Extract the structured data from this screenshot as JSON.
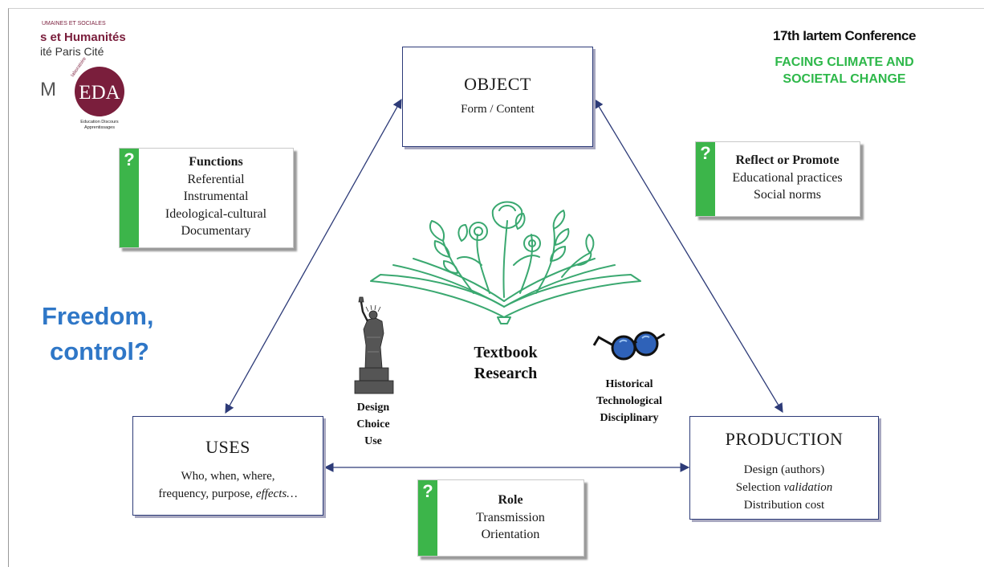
{
  "logo": {
    "line1": "UMAINES ET SOCIALES",
    "line2": "s et Humanités",
    "line3": "ité Paris Cité",
    "partial_mark": "M",
    "eda_letters": "EDA",
    "eda_arc": "laboratoire",
    "eda_caption_line1": "Education Discours",
    "eda_caption_line2": "Apprentissages"
  },
  "conference": {
    "title": "17th Iartem Conference",
    "subtitle_line1": "FACING CLIMATE AND",
    "subtitle_line2": "SOCIETAL CHANGE"
  },
  "nodes": {
    "object": {
      "title": "OBJECT",
      "line1": "Form / Content"
    },
    "uses": {
      "title": "USES",
      "line1": "Who, when, where,",
      "line2_plain": "frequency, purpose, ",
      "line2_italic": "effects…"
    },
    "production": {
      "title": "PRODUCTION",
      "line1": "Design (authors)",
      "line2_plain": "Selection ",
      "line2_italic": "validation",
      "line3": "Distribution cost"
    }
  },
  "question_boxes": {
    "functions": {
      "mark": "?",
      "heading": "Functions",
      "items": [
        "Referential",
        "Instrumental",
        "Ideological-cultural",
        "Documentary"
      ]
    },
    "reflect": {
      "mark": "?",
      "heading": "Reflect or Promote",
      "items": [
        "Educational practices",
        "Social norms"
      ]
    },
    "role": {
      "mark": "?",
      "heading": "Role",
      "items": [
        "Transmission",
        "Orientation"
      ]
    }
  },
  "center": {
    "textbook_line1": "Textbook",
    "textbook_line2": "Research",
    "design_lines": [
      "Design",
      "Choice",
      "Use"
    ],
    "historical_lines": [
      "Historical",
      "Technological",
      "Disciplinary"
    ]
  },
  "freedom": {
    "line1": "Freedom,",
    "line2": "control?"
  },
  "colors": {
    "arrow": "#2d3b78",
    "green_bar": "#3cb54a",
    "book_green": "#3aa870",
    "freedom_blue": "#2f77c7",
    "conference_green": "#2eb84a",
    "logo_maroon": "#7a1e3c",
    "glasses_blue": "#2f62b8"
  },
  "icons": [
    "book-flowers-icon",
    "statue-of-liberty-icon",
    "glasses-icon",
    "eda-logo-icon"
  ]
}
